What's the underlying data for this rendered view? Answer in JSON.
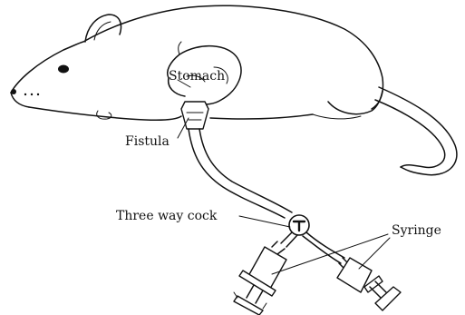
{
  "labels": {
    "stomach": "Stomach",
    "fistula": "Fistula",
    "three_way_cock": "Three way cock",
    "syringe": "Syringe"
  }
}
